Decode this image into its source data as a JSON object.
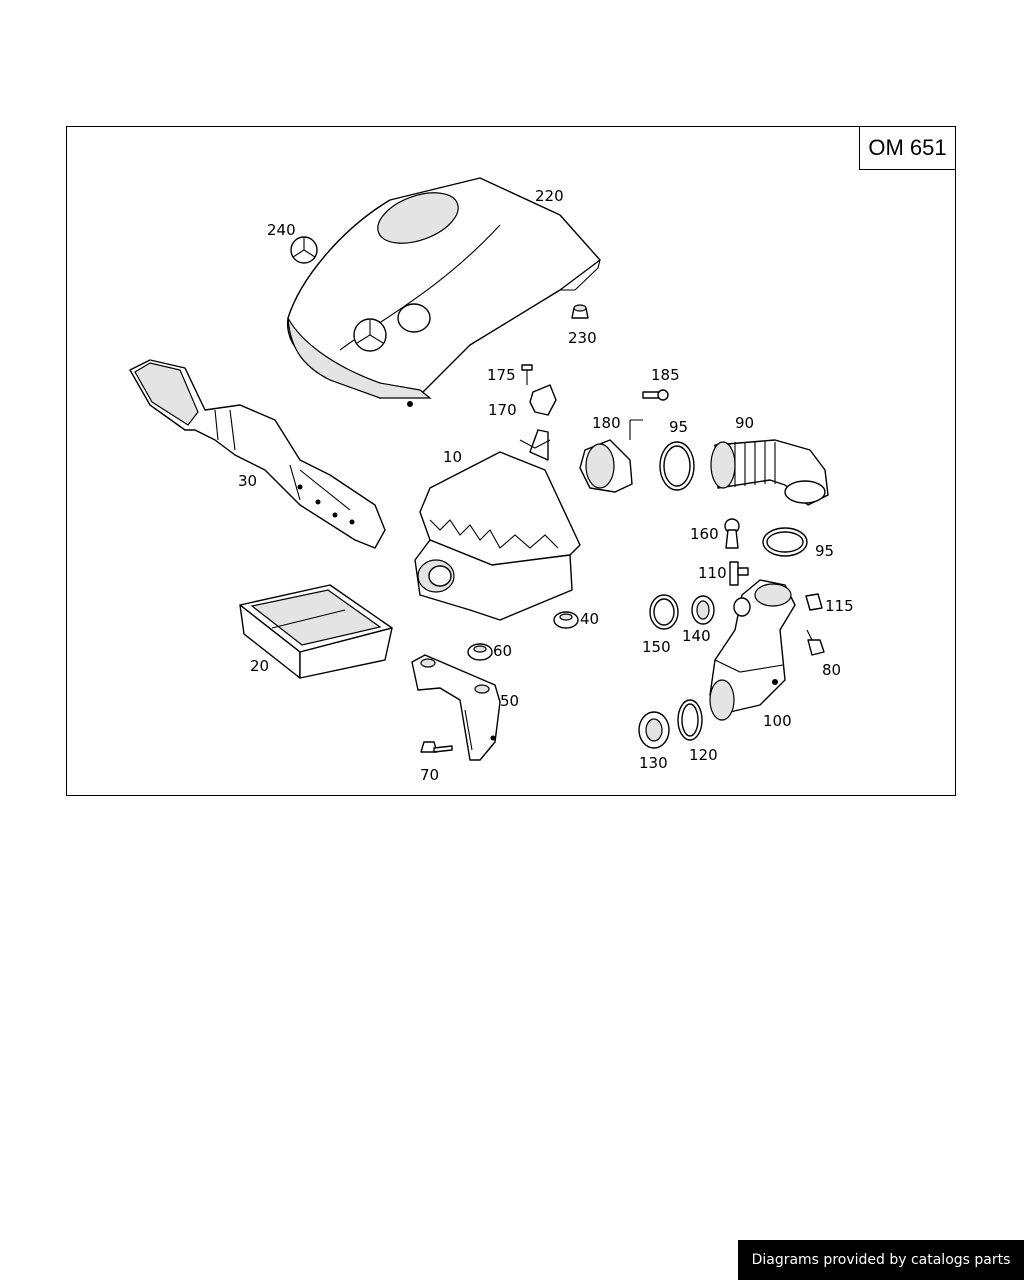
{
  "diagram": {
    "model_code": "OM 651",
    "labels": {
      "p10": "10",
      "p20": "20",
      "p30": "30",
      "p40": "40",
      "p50": "50",
      "p60": "60",
      "p70": "70",
      "p80": "80",
      "p90": "90",
      "p95a": "95",
      "p95b": "95",
      "p100": "100",
      "p110": "110",
      "p115": "115",
      "p120": "120",
      "p130": "130",
      "p140": "140",
      "p150": "150",
      "p160": "160",
      "p170": "170",
      "p175": "175",
      "p180": "180",
      "p185": "185",
      "p220": "220",
      "p230": "230",
      "p240": "240"
    }
  },
  "footer": {
    "credit": "Diagrams provided by catalogs parts"
  }
}
